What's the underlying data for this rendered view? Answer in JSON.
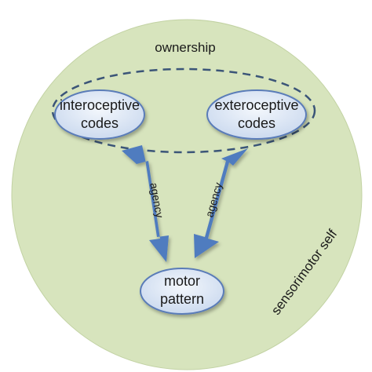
{
  "diagram": {
    "outer_label": "sensorimotor self",
    "group_label": "ownership",
    "nodes": {
      "interoceptive": {
        "line1": "interoceptive",
        "line2": "codes"
      },
      "exteroceptive": {
        "line1": "exteroceptive",
        "line2": "codes"
      },
      "motor": {
        "line1": "motor",
        "line2": "pattern"
      }
    },
    "edges": {
      "left_label": "agency",
      "right_label": "agency"
    },
    "colors": {
      "outer_fill": "#d7e4bd",
      "outer_stroke": "#b9cc98",
      "node_fill": "#dce6f2",
      "node_stroke": "#5a7cb8",
      "arrow": "#4f7bbf",
      "dashed": "#3b5578"
    }
  }
}
